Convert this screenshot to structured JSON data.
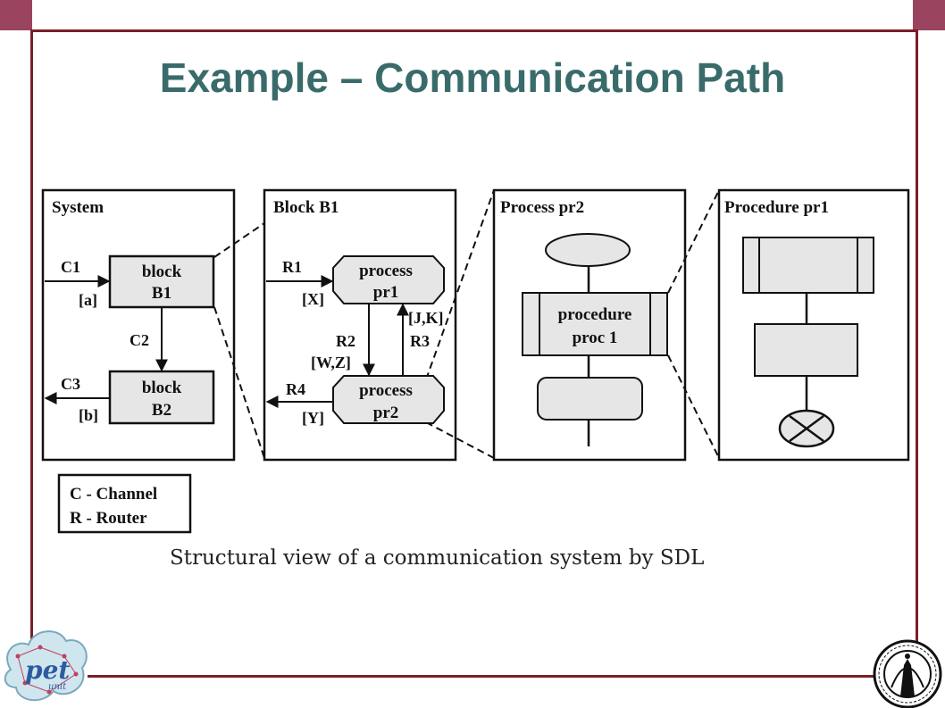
{
  "slide": {
    "title": "Example – Communication Path",
    "accent_color": "#3a6b6b",
    "frame_color": "#7a1f28"
  },
  "panels": {
    "system": {
      "title": "System",
      "block1_line1": "block",
      "block1_line2": "B1",
      "block2_line1": "block",
      "block2_line2": "B2",
      "c1": "C1",
      "a": "[a]",
      "c2": "C2",
      "c3": "C3",
      "b": "[b]"
    },
    "block_b1": {
      "title": "Block B1",
      "proc1_line1": "process",
      "proc1_line2": "pr1",
      "proc2_line1": "process",
      "proc2_line2": "pr2",
      "r1": "R1",
      "x": "[X]",
      "r2": "R2",
      "wz": "[W,Z]",
      "jk": "[J,K]",
      "r3": "R3",
      "r4": "R4",
      "y": "[Y]"
    },
    "process_pr2": {
      "title": "Process pr2",
      "call_line1": "procedure",
      "call_line2": "proc 1"
    },
    "procedure_pr1": {
      "title": "Procedure pr1"
    }
  },
  "legend": {
    "line1": "C - Channel",
    "line2": "R - Router"
  },
  "caption": "Structural view of a communication system by SDL",
  "logos": {
    "left_logo_text": "pet",
    "left_logo_subtext": "unit"
  }
}
